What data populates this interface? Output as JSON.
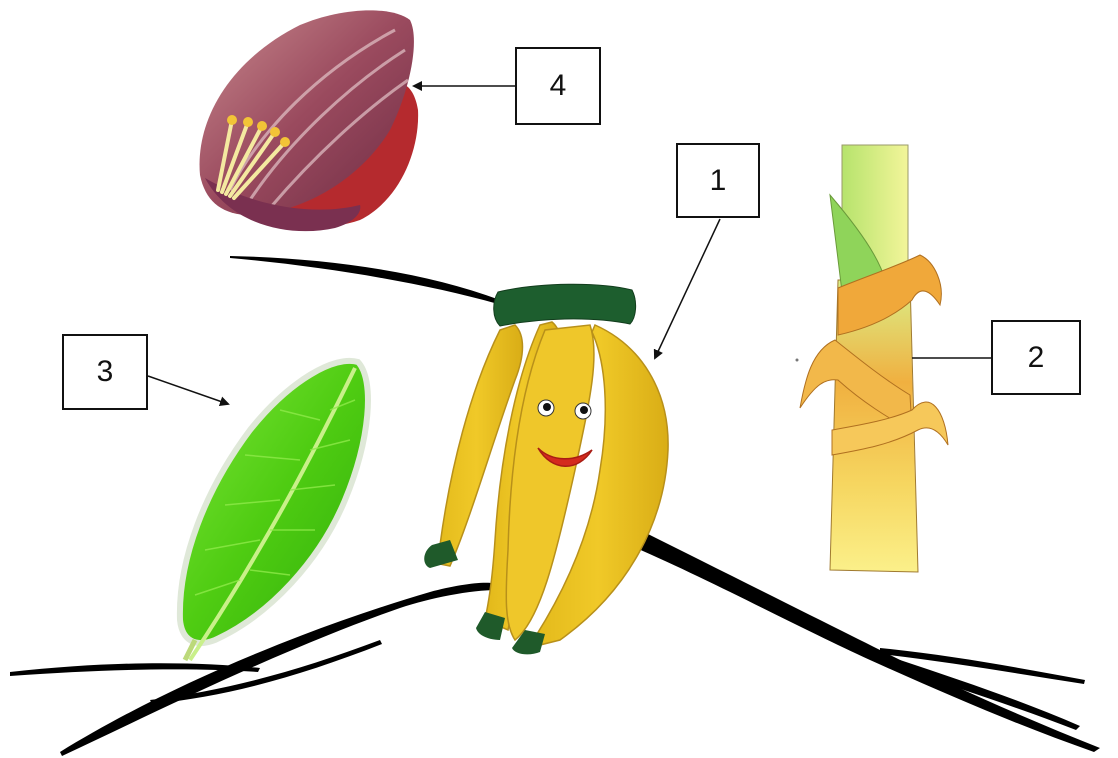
{
  "labels": {
    "fruit": "1",
    "stem": "2",
    "leaf": "3",
    "flower": "4"
  },
  "colors": {
    "outline": "#111111",
    "banana_yellow": "#e8c21c",
    "banana_tip": "#1f5a2a",
    "crown_green": "#1d5e2e",
    "mouth_red": "#d42a1e",
    "leaf_green": "#5fd11c",
    "flower_purple": "#8a3f55",
    "stem_yellow": "#f4d25a",
    "stem_green": "#b8e27a",
    "branch_black": "#000000"
  },
  "icons": {
    "fruit": "cartoon-banana-bunch",
    "stem": "banana-pseudostem",
    "leaf": "banana-leaf",
    "flower": "banana-flower-bud"
  }
}
